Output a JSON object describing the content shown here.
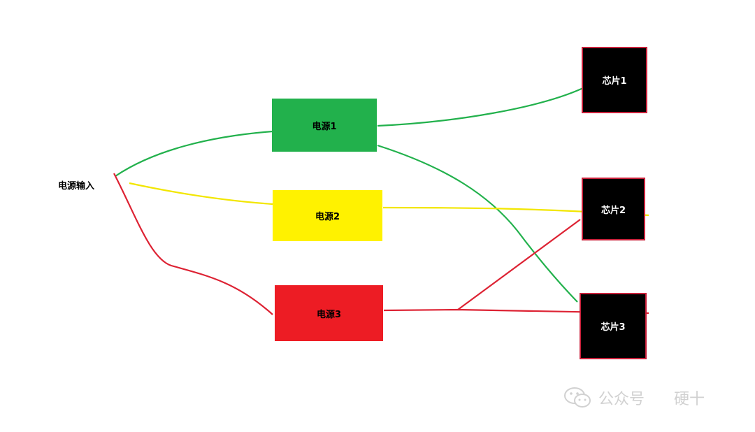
{
  "input_label": "电源输入",
  "power_supplies": [
    {
      "label": "电源1",
      "color": "#22b14c"
    },
    {
      "label": "电源2",
      "color": "#fff200"
    },
    {
      "label": "电源3",
      "color": "#ed1c24"
    }
  ],
  "chips": [
    {
      "label": "芯片1"
    },
    {
      "label": "芯片2"
    },
    {
      "label": "芯片3"
    }
  ],
  "colors": {
    "chip_fill": "#000000",
    "chip_border": "#c8203a",
    "wire_green": "#22b14c",
    "wire_yellow": "#f2e600",
    "wire_red": "#dd2233"
  },
  "watermark": {
    "icon": "wechat-icon",
    "text": "公众号",
    "author": "硬十"
  }
}
